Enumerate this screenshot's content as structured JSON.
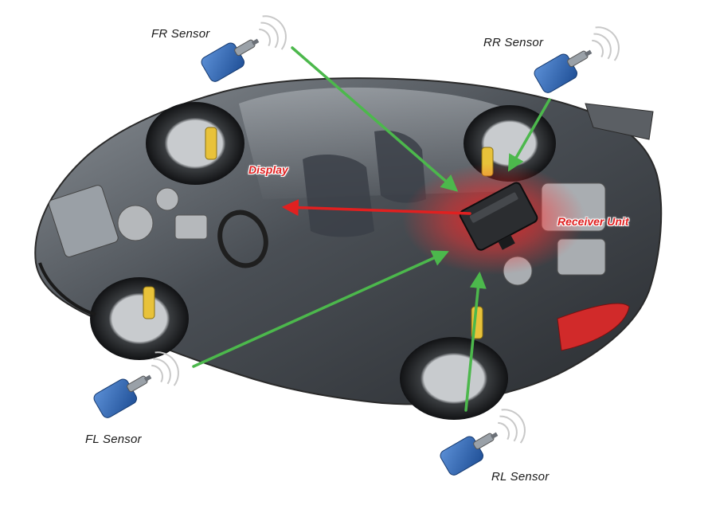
{
  "labels": {
    "fr_sensor": "FR Sensor",
    "rr_sensor": "RR Sensor",
    "fl_sensor": "FL Sensor",
    "rl_sensor": "RL Sensor",
    "display": "Display",
    "receiver_unit": "Receiver Unit"
  },
  "colors": {
    "sensor_arrow": "#4cb84c",
    "display_arrow": "#e02020",
    "red_label": "#e02020",
    "sensor_body": "#2f66b8",
    "receiver_glow": "#ff2020"
  },
  "icons": {
    "sensor": "tire-pressure-sensor-icon",
    "signal": "wireless-signal-icon",
    "receiver": "receiver-module-icon"
  }
}
